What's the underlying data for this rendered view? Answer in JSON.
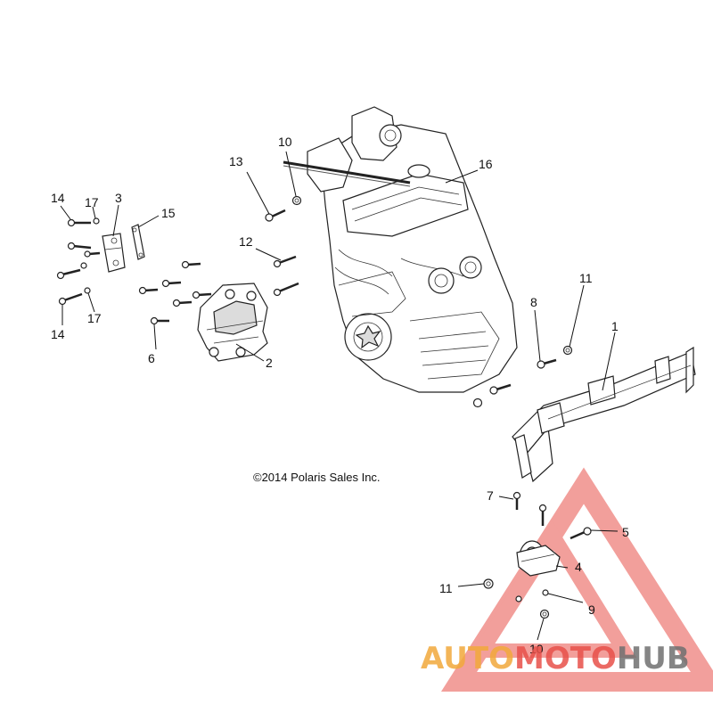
{
  "diagram": {
    "copyright": "©2014 Polaris Sales Inc.",
    "callouts": [
      "1",
      "2",
      "3",
      "4",
      "5",
      "6",
      "7",
      "8",
      "9",
      "10",
      "10",
      "11",
      "11",
      "12",
      "13",
      "14",
      "14",
      "15",
      "16",
      "17",
      "17"
    ]
  },
  "watermark": {
    "part1": "AUTO",
    "part2": "MOTO",
    "part3": "HUB",
    "colors": {
      "triangle": "#e8514a",
      "auto": "#f2a93b",
      "moto": "#e8514a",
      "hub": "#707070"
    }
  }
}
